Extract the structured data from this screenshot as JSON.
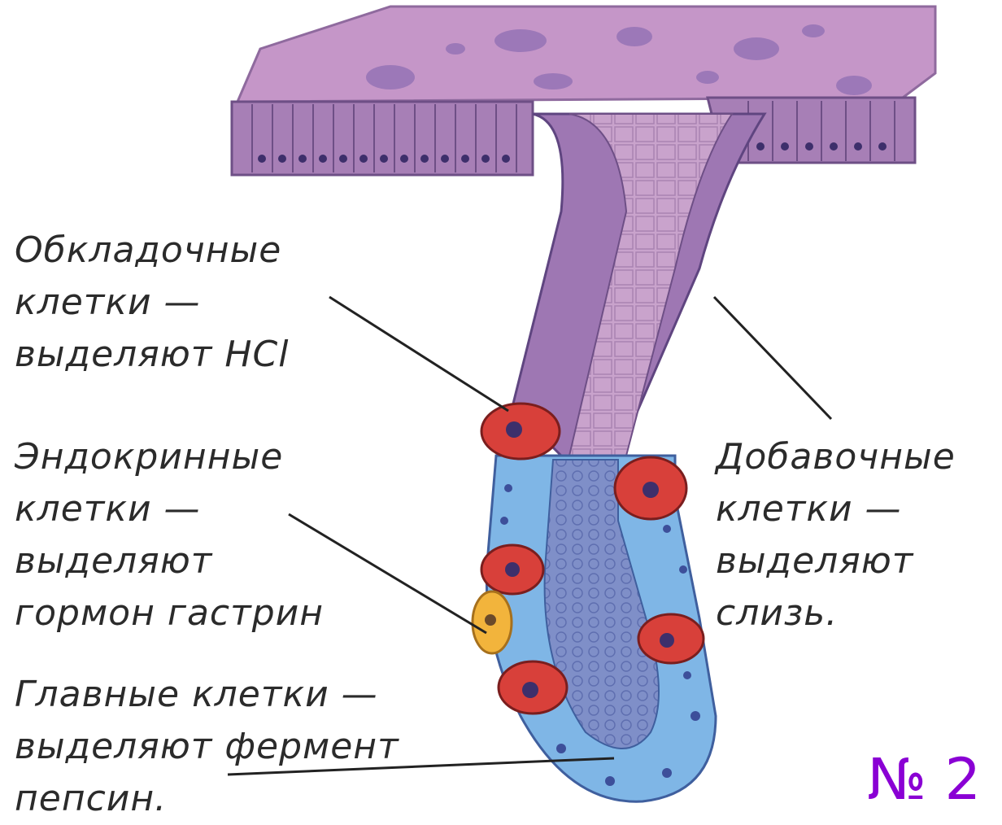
{
  "labels": {
    "parietal": [
      "Обкладочные",
      "клетки —",
      "выделяют HCl"
    ],
    "endocrine": [
      "Эндокринные",
      "клетки —",
      "выделяют",
      "гормон гастрин"
    ],
    "chief": [
      "Главные клетки —",
      "выделяют фермент",
      "пепсин."
    ],
    "mucous": [
      "Добавочные",
      "клетки —",
      "выделяют",
      "слизь."
    ]
  },
  "figure_number": "№ 2",
  "colors": {
    "mucosa": "#b98bbf",
    "gland_neck": "#9e77b3",
    "gland_base": "#7fb6e6",
    "parietal_cell": "#d8403a",
    "endocrine_cell": "#f2b43c",
    "figure_number": "#8a00d4"
  }
}
